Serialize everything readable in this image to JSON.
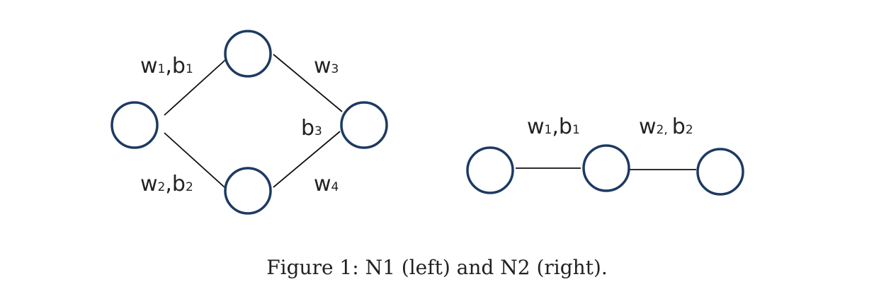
{
  "n1": {
    "labels": {
      "w1_b1": {
        "w": "w",
        "w_sub": "1",
        "sep": ",",
        "b": "b",
        "b_sub": "1"
      },
      "w3": {
        "w": "w",
        "w_sub": "3"
      },
      "b3": {
        "b": "b",
        "b_sub": "3"
      },
      "w2_b2": {
        "w": "w",
        "w_sub": "2",
        "sep": ",",
        "b": "b",
        "b_sub": "2"
      },
      "w4": {
        "w": "w",
        "w_sub": "4"
      }
    }
  },
  "n2": {
    "labels": {
      "w1_b1": {
        "w": "w",
        "w_sub": "1",
        "sep": ",",
        "b": "b",
        "b_sub": "1"
      },
      "w2_b2": {
        "w": "w",
        "w_sub": "2,",
        "b": "b",
        "b_sub": "2"
      }
    }
  },
  "caption": "Figure 1: N1 (left) and N2 (right)."
}
